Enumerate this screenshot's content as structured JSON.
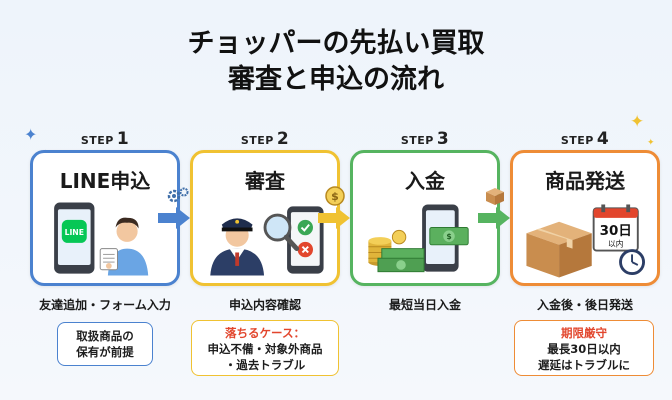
{
  "title": {
    "line1": "チョッパーの先払い買取",
    "line2": "審査と申込の流れ"
  },
  "steps": [
    {
      "label": "STEP",
      "number": "1",
      "title": "LINE申込",
      "caption": "友達追加・フォーム入力",
      "note": [
        "取扱商品の",
        "保有が前提"
      ],
      "line_logo": "LINE",
      "icon": "phone-line-app-person"
    },
    {
      "label": "STEP",
      "number": "2",
      "title": "審査",
      "caption": "申込内容確認",
      "note_heading": "落ちるケース：",
      "note": [
        "申込不備・対象外商品",
        "・過去トラブル"
      ],
      "icon": "inspector-magnifier-check"
    },
    {
      "label": "STEP",
      "number": "3",
      "title": "入金",
      "caption": "最短当日入金",
      "icon": "cash-coins-phone"
    },
    {
      "label": "STEP",
      "number": "4",
      "title": "商品発送",
      "caption": "入金後・後日発送",
      "note_heading": "期限厳守",
      "note": [
        "最長30日以内",
        "遅延はトラブルに"
      ],
      "calendar_day": "30日",
      "calendar_sub": "以内",
      "icon": "box-calendar-clock"
    }
  ],
  "colors": {
    "step1": "#4b82cf",
    "step2": "#f0c232",
    "step3": "#56b460",
    "step4": "#ee8c36",
    "note_heading": "#e2462d",
    "line_green": "#06c755"
  }
}
